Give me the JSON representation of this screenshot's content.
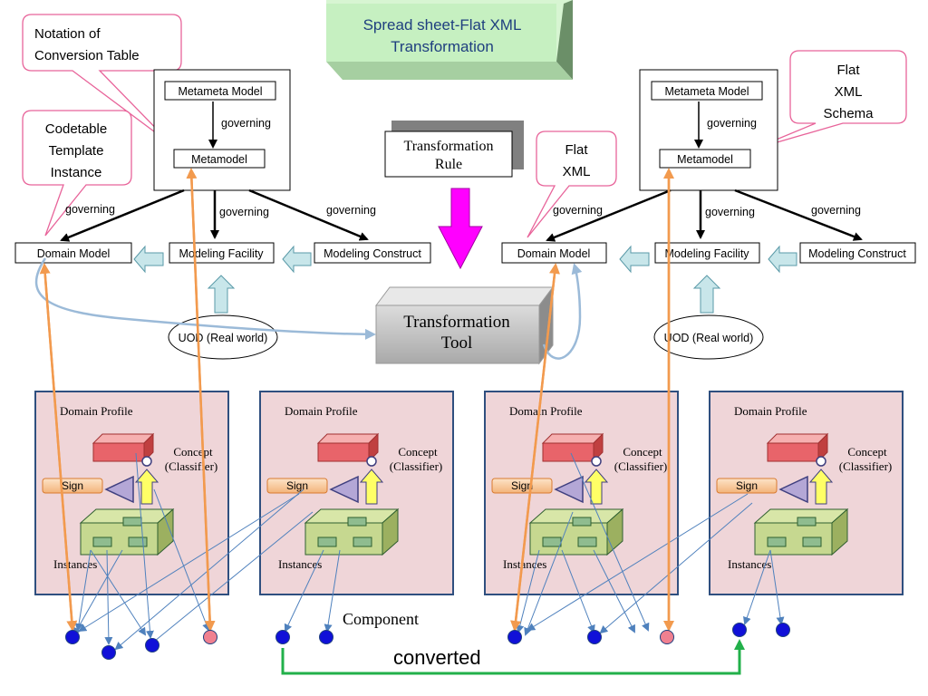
{
  "title": {
    "line1": "Spread sheet-Flat XML",
    "line2": "Transformation"
  },
  "callouts": {
    "notation": [
      "Notation of",
      "Conversion Table"
    ],
    "codetable": [
      "Codetable",
      "Template",
      "Instance"
    ],
    "flat_xml": [
      "Flat",
      "XML"
    ],
    "flat_xml_schema": [
      "Flat",
      "XML",
      "Schema"
    ]
  },
  "transformation_rule": [
    "Transformation",
    "Rule"
  ],
  "transformation_tool": [
    "Transformation",
    "Tool"
  ],
  "model": {
    "metameta_model": "Metameta Model",
    "metamodel": "Metamodel",
    "governing": "governing",
    "domain_model": "Domain Model",
    "modeling_facility": "Modeling Facility",
    "modeling_construct": "Modeling Construct",
    "uod": "UOD (Real world)"
  },
  "panel": {
    "domain_profile": "Domain Profile",
    "concept": [
      "Concept",
      "(Classifier)"
    ],
    "sign": "Sign",
    "instances": "Instances"
  },
  "component_label": "Component",
  "converted_label": "converted",
  "colors": {
    "panel_fill": "#efd5d8",
    "panel_border": "#2f4f7f",
    "callout_border": "#e8649a",
    "orange_arrow": "#f29a4e",
    "blue_line": "#4f81bd",
    "light_blue_arrow": "#9bbad8",
    "green_arrow": "#22b04a",
    "magenta_arrow": "#ff00ff",
    "title_fill": "#c6f0c1",
    "dot_blue": "#1010d8",
    "dot_pink": "#f08090"
  }
}
